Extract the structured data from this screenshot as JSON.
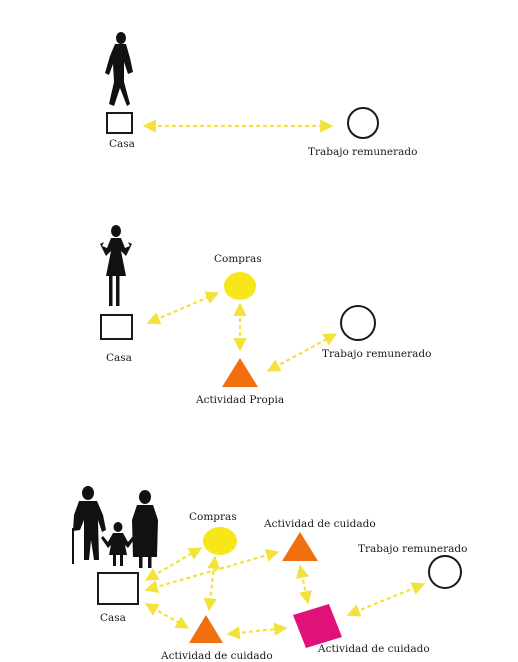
{
  "colors": {
    "arrow": "#f2e23a",
    "home_stroke": "#1a1a1a",
    "shopping": "#f7e619",
    "activity": "#f0700f",
    "care_square": "#e0127a",
    "silhouette": "#111111"
  },
  "scenes": [
    {
      "home_label": "Casa",
      "paid_work_label": "Trabajo remunerado"
    },
    {
      "home_label": "Casa",
      "shopping_label": "Compras",
      "own_activity_label": "Actividad Propia",
      "paid_work_label": "Trabajo remunerado"
    },
    {
      "home_label": "Casa",
      "shopping_label": "Compras",
      "care_activity_top_label": "Actividad de cuidado",
      "care_activity_bottom_label": "Actividad de cuidado",
      "care_activity_right_label": "Actividad de cuidado",
      "paid_work_label": "Trabajo remunerado"
    }
  ]
}
